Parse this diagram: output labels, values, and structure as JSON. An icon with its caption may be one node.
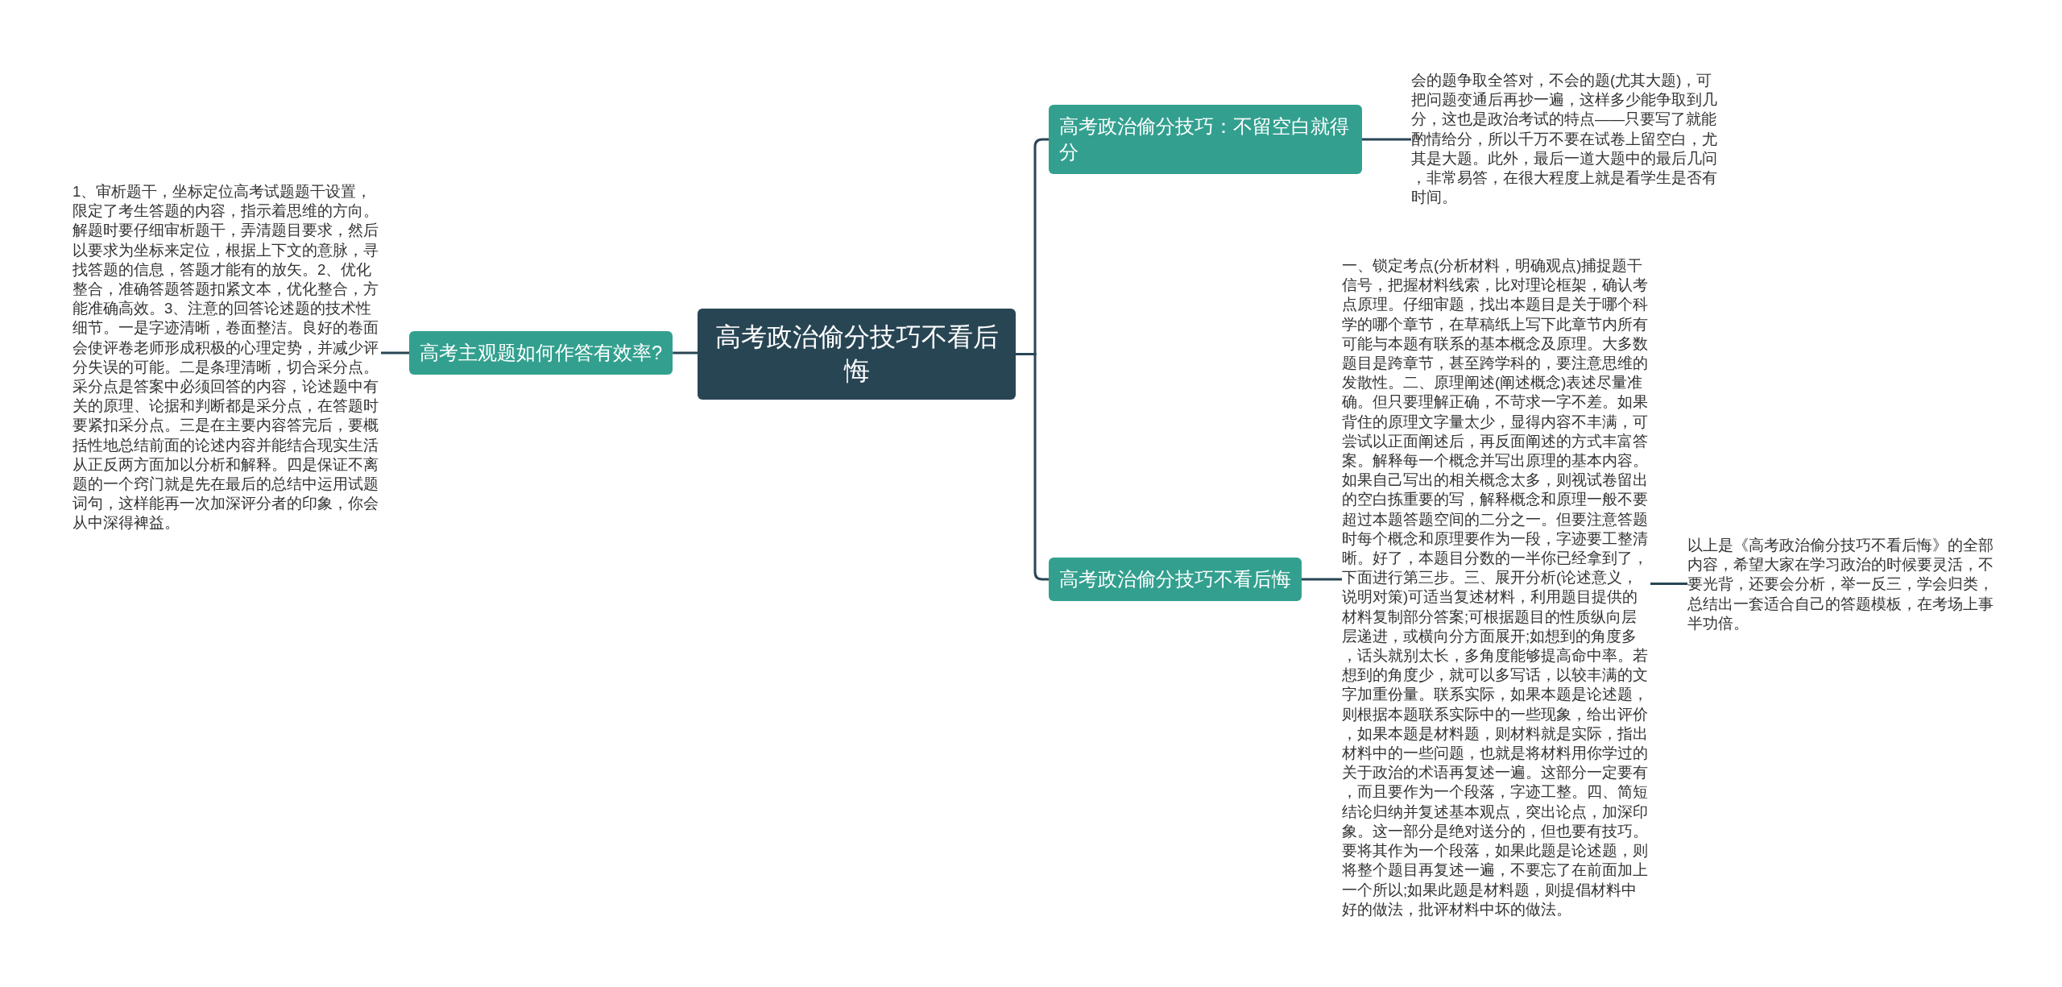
{
  "diagram": {
    "nodes": [
      {
        "text": [
          "高考政治偷分技巧不看后悔"
        ]
      },
      {
        "text": [
          "高考主观题如何作答有效率?"
        ]
      },
      {
        "text": [
          "1、审析题干，坐标定位高考试题题干设置，限定了考生答题的内容，指示着思维的方向。解题时要仔细审析题干，弄清题目要求，然后以要求为坐标来定位，根据上下文的意脉，寻找答题的信息，答题才能有的放矢。2、优化整合，准确答题答题扣紧文本，优化整合，方能准确高效。3、注意的回答论述题的技术性细节。一是字迹清晰，卷面整洁。良好的卷面会使评卷老师形成积极的心理定势，并减少评分失误的可能。二是条理清晰，切合采分点。采分点是答案中必须回答的内容，论述题中有关的原理、论据和判断都是采分点，在答题时要紧扣采分点。三是在主要内容答完后，要概括性地总结前面的论述内容并能结合现实生活从正反两方面加以分析和解释。四是保证不离题的一个窍门就是先在最后的总结中运用试题词句，这样能再一次加深评分者的印象，你会从中深得裨益。"
        ]
      },
      {
        "text": [
          "高考政治偷分技巧：不留空白就得分"
        ]
      },
      {
        "text": [
          "会的题争取全答对，不会的题(尤其大题)，可把问题变通后再抄一遍，这样多少能争取到几分，这也是政治考试的特点——只要写了就能酌情给分，所以千万不要在试卷上留空白，尤其是大题。此外，最后一道大题中的最后几问，非常易答，在很大程度上就是看学生是否有时间。"
        ]
      },
      {
        "text": [
          "高考政治偷分技巧不看后悔"
        ]
      },
      {
        "text": [
          "一、锁定考点(分析材料，明确观点)捕捉题干信号，把握材料线索，比对理论框架，确认考点原理。仔细审题，找出本题目是关于哪个科学的哪个章节，在草稿纸上写下此章节内所有可能与本题有联系的基本概念及原理。大多数题目是跨章节，甚至跨学科的，要注意思维的发散性。二、原理阐述(阐述概念)表述尽量准确。但只要理解正确，不苛求一字不差。如果背住的原理文字量太少，显得内容不丰满，可尝试以正面阐述后，再反面阐述的方式丰富答案。解释每一个概念并写出原理的基本内容。如果自己写出的相关概念太多，则视试卷留出的空白拣重要的写，解释概念和原理一般不要超过本题答题空间的二分之一。但要注意答题时每个概念和原理要作为一段，字迹要工整清晰。好了，本题目分数的一半你已经拿到了，下面进行第三步。三、展开分析(论述意义，说明对策)可适当复述材料，利用题目提供的材料复制部分答案;可根据题目的性质纵向层层递进，或横向分方面展开;如想到的角度多，话头就别太长，多角度能够提高命中率。若想到的角度少，就可以多写话，以较丰满的文字加重份量。联系实际，如果本题是论述题，则根据本题联系实际中的一些现象，给出评价，如果本题是材料题，则材料就是实际，指出材料中的一些问题，也就是将材料用你学过的关于政治的术语再复述一遍。这部分一定要有，而且要作为一个段落，字迹工整。四、简短结论归纳并复述基本观点，突出论点，加深印象。这一部分是绝对送分的，但也要有技巧。要将其作为一个段落，如果此题是论述题，则将整个题目再复述一遍，不要忘了在前面加上一个所以;如果此题是材料题，则提倡材料中好的做法，批评材料中坏的做法。"
        ]
      },
      {
        "text": [
          "以上是《高考政治偷分技巧不看后悔》的全部内容，希望大家在学习政治的时候要灵活，不要光背，还要会分析，举一反三，学会归类，总结出一套适合自己的答题模板，在考场上事半功倍。"
        ]
      }
    ],
    "edges": [
      {
        "from": 0,
        "to": 1,
        "arrow": "none"
      },
      {
        "from": 1,
        "to": 2,
        "arrow": "none"
      },
      {
        "from": 0,
        "to": 3,
        "arrow": "none"
      },
      {
        "from": 3,
        "to": 4,
        "arrow": "none"
      },
      {
        "from": 0,
        "to": 5,
        "arrow": "none"
      },
      {
        "from": 5,
        "to": 6,
        "arrow": "none"
      },
      {
        "from": 6,
        "to": 7,
        "arrow": "none"
      }
    ]
  }
}
